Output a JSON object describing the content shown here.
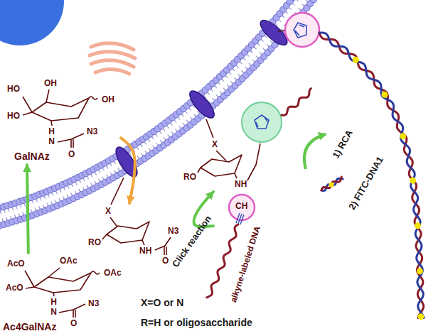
{
  "diagram": {
    "nodes": [
      {
        "text": [
          "HO",
          "OH",
          "HO",
          "OH",
          "H N",
          "O",
          "N3",
          "GalNAz"
        ]
      },
      {
        "text": [
          "AcO",
          "OAc",
          "AcO",
          "OAc",
          "H N",
          "O",
          "N3",
          "Ac4GalNAz"
        ]
      },
      {
        "text": [
          "X",
          "N3",
          "RO",
          "NH",
          "O"
        ]
      },
      {
        "text": [
          "CH",
          "alkyne-labeled DNA"
        ]
      },
      {
        "text": [
          "X",
          "RO",
          "NH"
        ]
      }
    ],
    "edges": [
      {
        "from": 1,
        "to": 0,
        "arrow": "to"
      },
      {
        "from": 0,
        "to": 2,
        "arrow": "to"
      },
      {
        "from": 3,
        "to": 4,
        "label": "Click reaction",
        "arrow": "to"
      }
    ],
    "labels": [
      "X=O or N",
      "R=H or oligosaccharide",
      "1) RCA",
      "2) FITC-DNA1"
    ]
  }
}
